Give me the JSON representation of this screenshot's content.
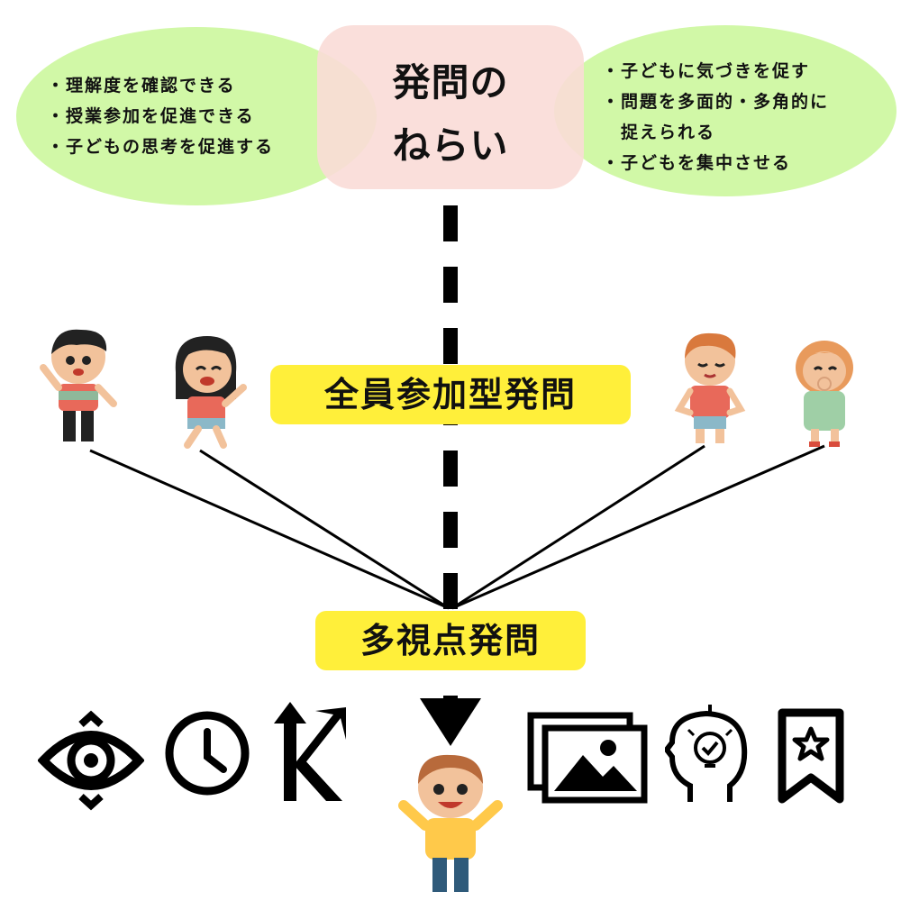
{
  "center": {
    "line1": "発問の",
    "line2": "ねらい"
  },
  "left_bullets": [
    "・理解度を確認できる",
    "・授業参加を促進できる",
    "・子どもの思考を促進する"
  ],
  "right_bullets": [
    "・子どもに気づきを促す",
    "・問題を多面的・多角的に",
    "　捉えられる",
    "・子どもを集中させる"
  ],
  "labels": {
    "all_participation": "全員参加型発問",
    "multi_perspective": "多視点発問"
  },
  "icons": [
    "eye-icon",
    "clock-icon",
    "growth-arrow-icon",
    "image-gallery-icon",
    "head-lightbulb-icon",
    "bookmark-star-icon"
  ],
  "colors": {
    "ellipse_green": "#c9f798",
    "center_pink": "#fadcd7",
    "label_yellow": "#ffef3a"
  }
}
